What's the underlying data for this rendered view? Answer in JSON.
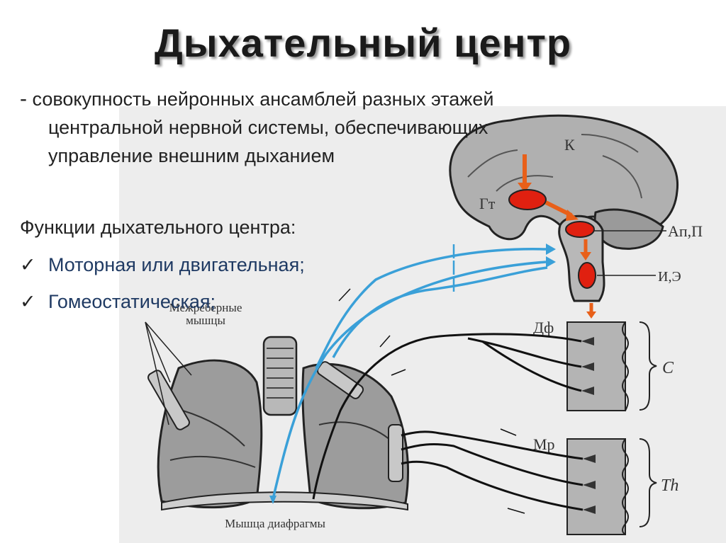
{
  "slide": {
    "title": "Дыхательный центр",
    "definition": {
      "dash": "-",
      "line1": "совокупность нейронных ансамблей разных этажей",
      "line2": "центральной нервной системы, обеспечивающих",
      "line3": "управление внешним дыханием"
    },
    "functions_title": "Функции дыхательного центра:",
    "functions": [
      {
        "check": "✓",
        "label": "Моторная или двигательная;"
      },
      {
        "check": "✓",
        "label": "Гомеостатическая;"
      }
    ]
  },
  "diagram": {
    "labels": {
      "k": "К",
      "gt": "Гт",
      "ap": "Ап,П",
      "ie": "И,Э",
      "df": "Дф",
      "mr": "Мр",
      "c": "C",
      "th": "Th",
      "intercostal_1": "Межреберные",
      "intercostal_2": "мышцы",
      "diaphragm": "Мышца диафрагмы"
    },
    "colors": {
      "center": "#e02010",
      "arrow": "#e8601a",
      "afferent": "#3aa0d8",
      "tissue": "#a9a9a9",
      "outline": "#222222"
    }
  }
}
